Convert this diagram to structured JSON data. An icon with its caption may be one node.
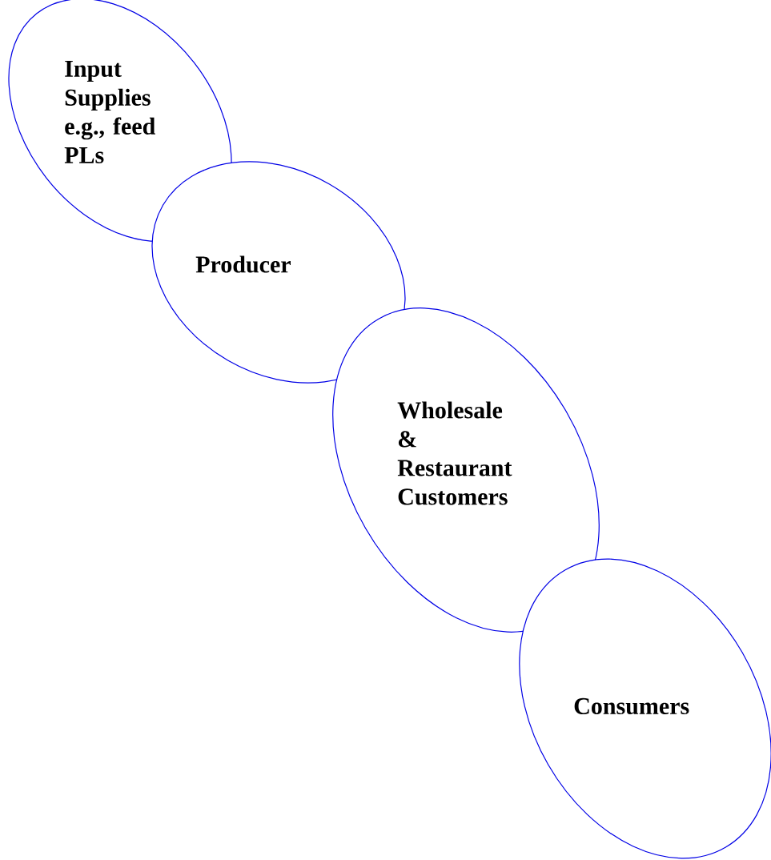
{
  "diagram": {
    "nodes": [
      {
        "text": [
          "Input Supplies e.g., feed PLs"
        ]
      },
      {
        "text": [
          "Producer"
        ]
      },
      {
        "text": [
          "Wholesale & Restaurant Customers"
        ]
      },
      {
        "text": [
          "Consumers"
        ]
      }
    ]
  }
}
